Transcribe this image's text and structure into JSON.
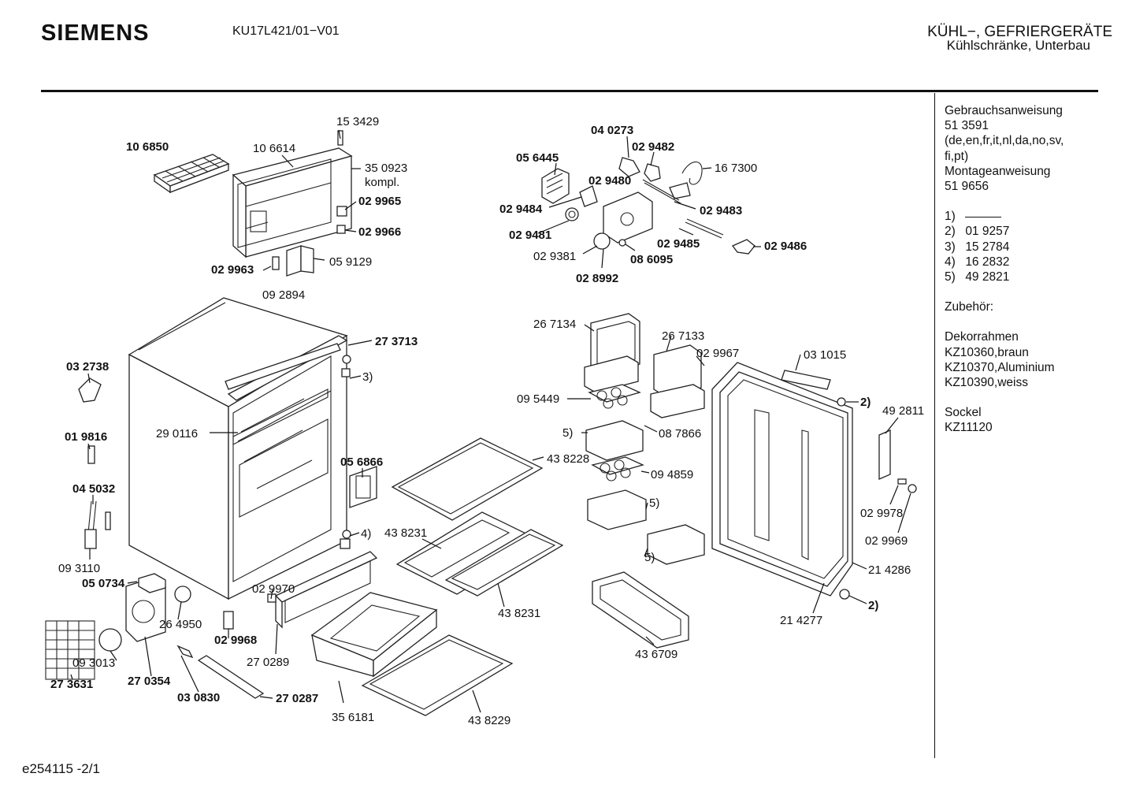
{
  "header": {
    "brand": "SIEMENS",
    "model": "KU17L421/01−V01",
    "category_line1": "KÜHL−, GEFRIERGERÄTE",
    "category_line2": "Kühlschränke, Unterbau"
  },
  "sidebar": {
    "manual_label": "Gebrauchsanweisung",
    "manual_no": "51 3591",
    "languages_1": "(de,en,fr,it,nl,da,no,sv,",
    "languages_2": "fi,pt)",
    "install_label": " Montageanweisung",
    "install_no": "51 9656",
    "footnotes": [
      {
        "key": "1)",
        "value": ""
      },
      {
        "key": "2)",
        "value": "01 9257"
      },
      {
        "key": "3)",
        "value": "15 2784"
      },
      {
        "key": "4)",
        "value": "16 2832"
      },
      {
        "key": "5)",
        "value": "49 2821"
      }
    ],
    "accessories_label": "Zubehör:",
    "decor_label": "Dekorrahmen",
    "decor_items": [
      "KZ10360,braun",
      "KZ10370,Aluminium",
      "KZ10390,weiss"
    ],
    "base_label": "Sockel",
    "base_item": "KZ11120"
  },
  "labels": [
    {
      "text": "15 3429",
      "bold": false
    },
    {
      "text": "10 6850",
      "bold": true
    },
    {
      "text": "10 6614",
      "bold": false
    },
    {
      "text": "35 0923",
      "bold": false
    },
    {
      "text": "kompl.",
      "bold": false
    },
    {
      "text": "02 9965",
      "bold": true
    },
    {
      "text": "02 9966",
      "bold": true
    },
    {
      "text": "02 9963",
      "bold": true
    },
    {
      "text": "05 9129",
      "bold": false
    },
    {
      "text": "09 2894",
      "bold": false
    },
    {
      "text": "04 0273",
      "bold": true
    },
    {
      "text": "02 9482",
      "bold": true
    },
    {
      "text": "05 6445",
      "bold": true
    },
    {
      "text": "02 9480",
      "bold": true
    },
    {
      "text": "16 7300",
      "bold": false
    },
    {
      "text": "02 9484",
      "bold": true
    },
    {
      "text": "02 9483",
      "bold": true
    },
    {
      "text": "02 9481",
      "bold": true
    },
    {
      "text": "02 9485",
      "bold": true
    },
    {
      "text": "02 9486",
      "bold": true
    },
    {
      "text": "02 9381",
      "bold": false
    },
    {
      "text": "08 6095",
      "bold": true
    },
    {
      "text": "02 8992",
      "bold": true
    },
    {
      "text": "27 3713",
      "bold": true
    },
    {
      "text": "3)",
      "bold": false
    },
    {
      "text": "03 2738",
      "bold": true
    },
    {
      "text": "29 0116",
      "bold": false
    },
    {
      "text": "01 9816",
      "bold": true
    },
    {
      "text": "05 6866",
      "bold": true
    },
    {
      "text": "04 5032",
      "bold": true
    },
    {
      "text": "4)",
      "bold": false
    },
    {
      "text": "09 3110",
      "bold": false
    },
    {
      "text": "05 0734",
      "bold": true
    },
    {
      "text": "02 9970",
      "bold": false
    },
    {
      "text": "26 4950",
      "bold": false
    },
    {
      "text": "02 9968",
      "bold": true
    },
    {
      "text": "09 3013",
      "bold": false
    },
    {
      "text": "27 0289",
      "bold": false
    },
    {
      "text": "27 3631",
      "bold": true
    },
    {
      "text": "27 0354",
      "bold": true
    },
    {
      "text": "03 0830",
      "bold": true
    },
    {
      "text": "27 0287",
      "bold": true
    },
    {
      "text": "35 6181",
      "bold": false
    },
    {
      "text": "43 8229",
      "bold": false
    },
    {
      "text": "43 8231",
      "bold": false
    },
    {
      "text": "43 8231",
      "bold": false
    },
    {
      "text": "43 8228",
      "bold": false
    },
    {
      "text": "26 7134",
      "bold": false
    },
    {
      "text": "26 7133",
      "bold": false
    },
    {
      "text": "02 9967",
      "bold": false
    },
    {
      "text": "03 1015",
      "bold": false
    },
    {
      "text": "09 5449",
      "bold": false
    },
    {
      "text": "5)",
      "bold": false
    },
    {
      "text": "08 7866",
      "bold": false
    },
    {
      "text": "09 4859",
      "bold": false
    },
    {
      "text": "5)",
      "bold": false
    },
    {
      "text": "5)",
      "bold": false
    },
    {
      "text": "43 6709",
      "bold": false
    },
    {
      "text": "2)",
      "bold": true
    },
    {
      "text": "49 2811",
      "bold": false
    },
    {
      "text": "02 9978",
      "bold": false
    },
    {
      "text": "02 9969",
      "bold": false
    },
    {
      "text": "21 4286",
      "bold": false
    },
    {
      "text": "21 4277",
      "bold": false
    },
    {
      "text": "2)",
      "bold": true
    }
  ],
  "footer": {
    "doc_id": "e254115 -2/1"
  }
}
